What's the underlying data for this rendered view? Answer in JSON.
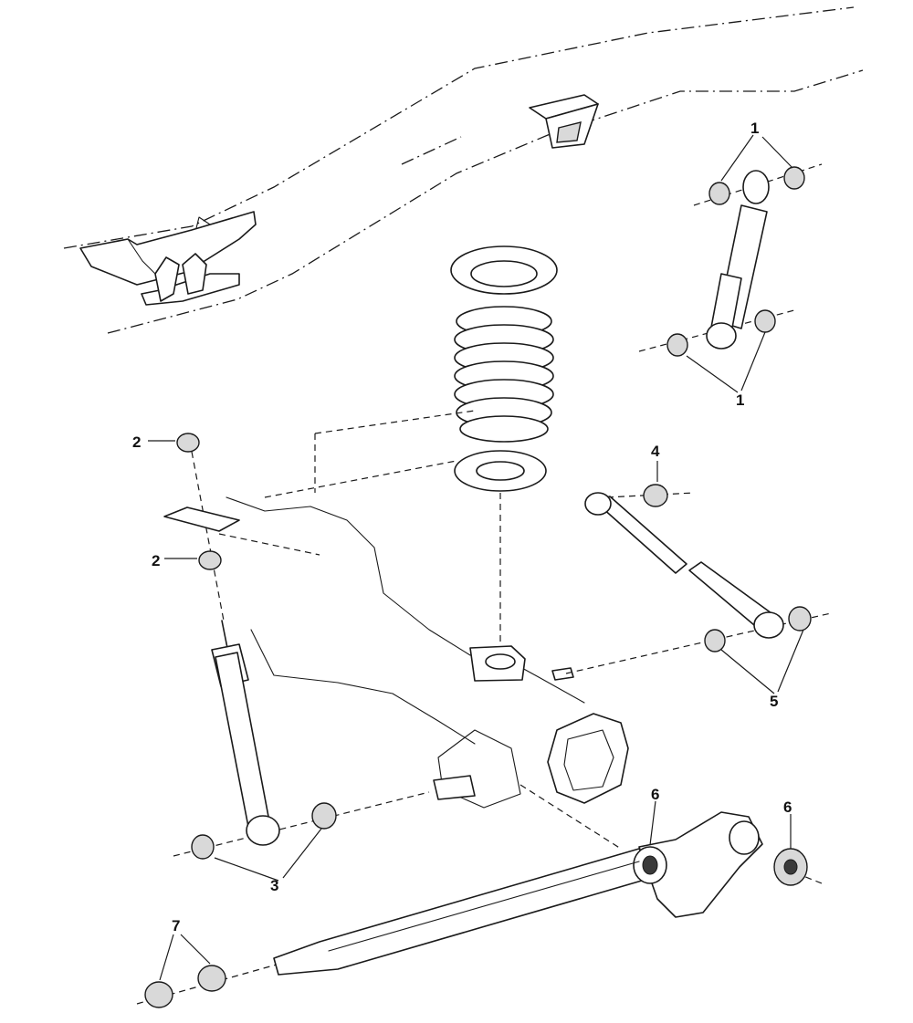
{
  "callouts": {
    "c1a": "1",
    "c1b": "1",
    "c2a": "2",
    "c2b": "2",
    "c3": "3",
    "c4": "4",
    "c5": "5",
    "c6a": "6",
    "c6b": "6",
    "c7": "7"
  },
  "colors": {
    "line": "#1a1a1a",
    "background": "#ffffff",
    "shade": "#d9d9d9"
  }
}
